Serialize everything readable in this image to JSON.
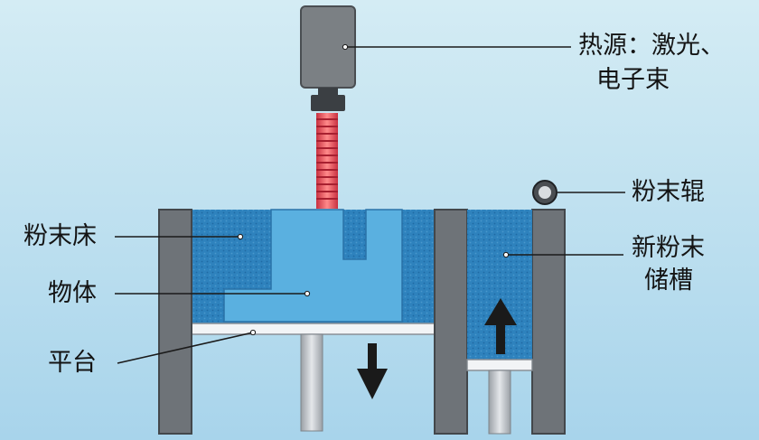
{
  "labels": {
    "heat_source": [
      "热源：激光、",
      "电子束"
    ],
    "powder_roller": "粉末辊",
    "powder_bed": "粉末床",
    "new_powder_tank": [
      "新粉末",
      "储槽"
    ],
    "object": "物体",
    "platform": "平台"
  },
  "colors": {
    "background_top": "#cfe9f2",
    "background_bottom": "#a9d5ec",
    "wall": "#6e7378",
    "powder": "#2e82bd",
    "object": "#5ab0e0",
    "laser": "#e8505a",
    "arrow": "#1a1a1a"
  },
  "arrows": {
    "build_platform": "down",
    "feed_piston": "up"
  }
}
